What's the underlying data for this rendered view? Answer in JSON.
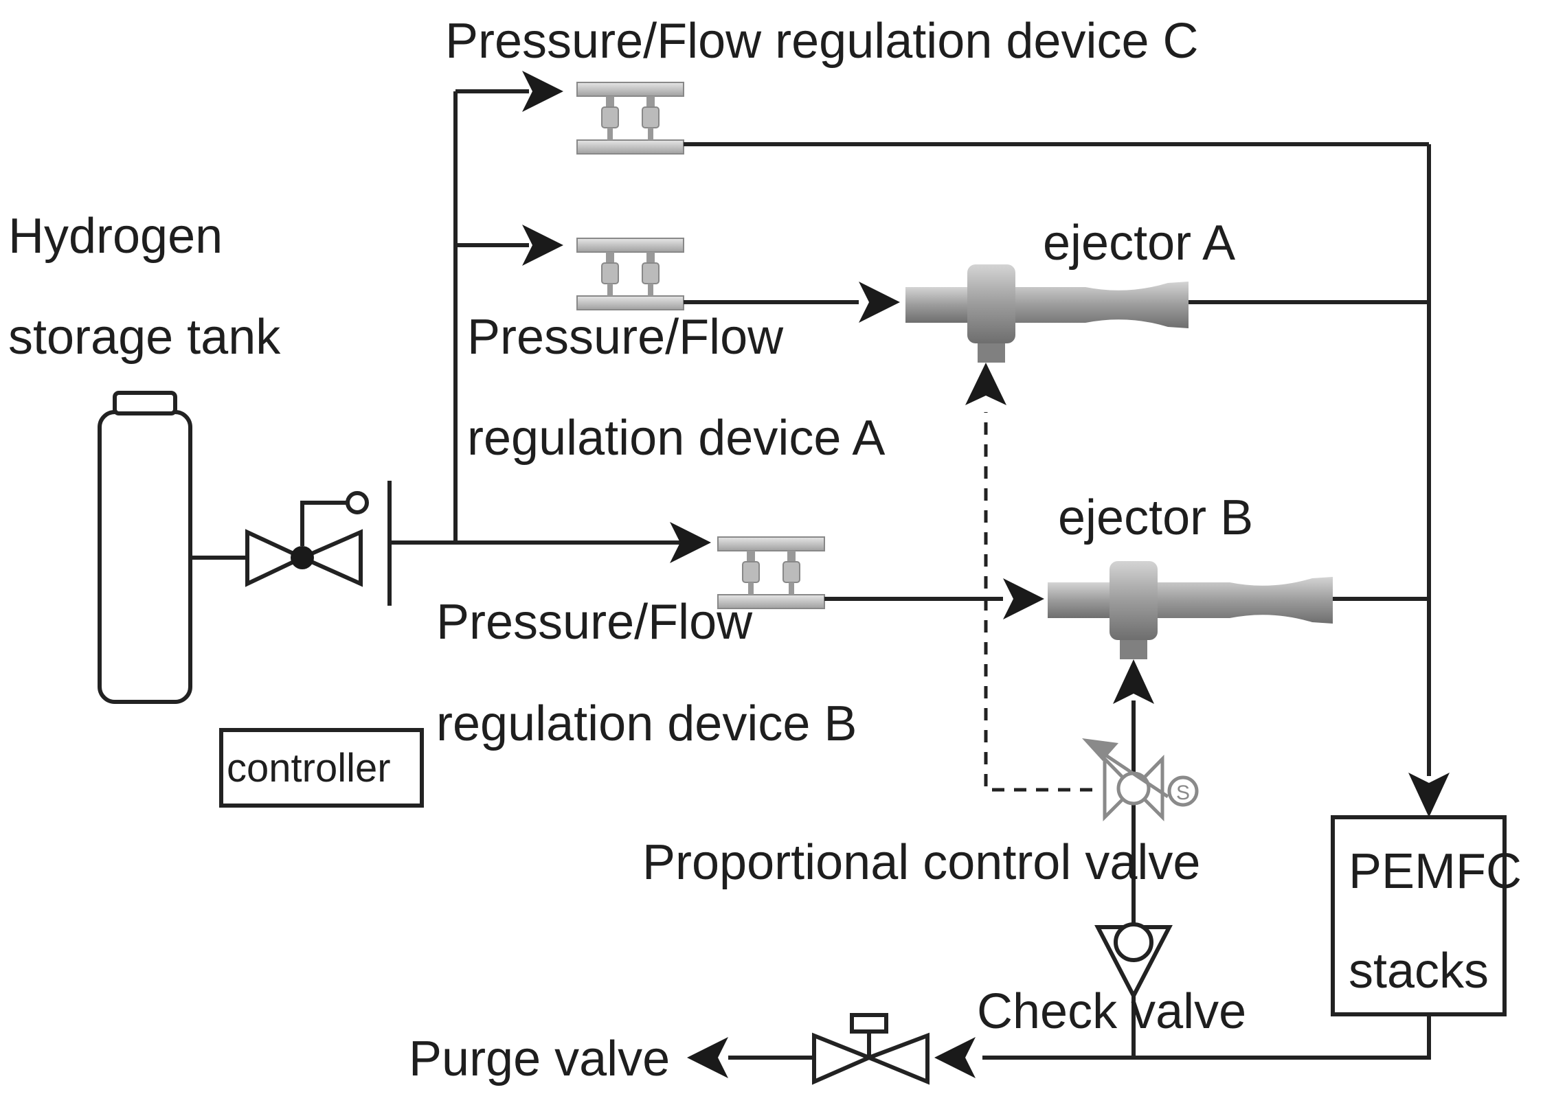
{
  "labels": {
    "tank_line1": "Hydrogen",
    "tank_line2": "storage tank",
    "device_c": "Pressure/Flow regulation device C",
    "device_a_line1": "Pressure/Flow",
    "device_a_line2": "regulation device A",
    "device_b_line1": "Pressure/Flow",
    "device_b_line2": "regulation device B",
    "ejector_a": "ejector A",
    "ejector_b": "ejector B",
    "controller": "controller",
    "proportional_valve": "Proportional control valve",
    "check_valve": "Check valve",
    "purge_valve": "Purge valve",
    "pemfc_line1": "PEMFC",
    "pemfc_line2": "stacks"
  },
  "colors": {
    "line": "#222222",
    "ejector_body": "#a8a8a8",
    "regulator": "#b0b0b0"
  }
}
